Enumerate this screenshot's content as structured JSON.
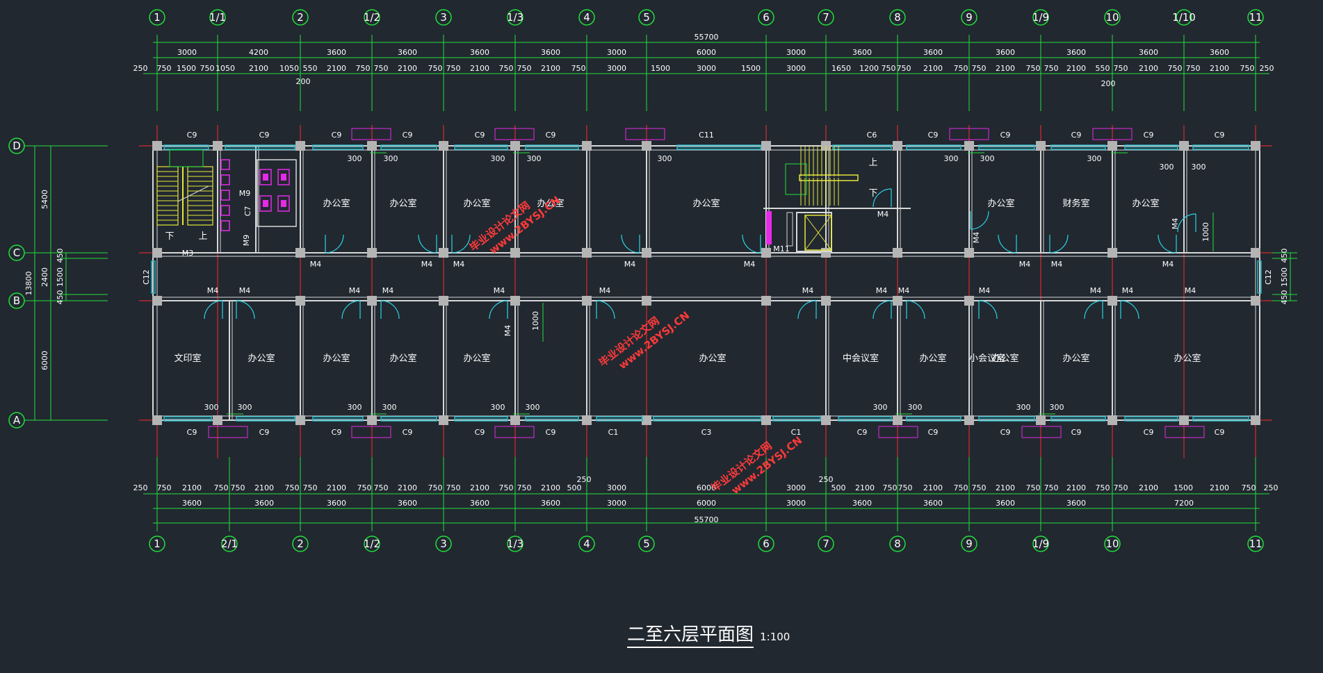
{
  "title": "二至六层平面图",
  "scale": "1:100",
  "colors": {
    "background": "#212830",
    "dimension": "#22e03a",
    "grid_line": "#ff2a2a",
    "wall": "#d8d8d8",
    "window": "#2ab8c6",
    "door": "#2ad6e6",
    "stair": "#e6e63a",
    "fixture": "#e62ae6",
    "text": "#ffffff",
    "watermark": "#ff3a3a"
  },
  "axes": {
    "top": [
      "1",
      "1/1",
      "2",
      "1/2",
      "3",
      "1/3",
      "4",
      "5",
      "6",
      "7",
      "8",
      "9",
      "1/9",
      "10",
      "1/10",
      "11"
    ],
    "bottom": [
      "1",
      "2/1",
      "2",
      "1/2",
      "3",
      "1/3",
      "4",
      "5",
      "6",
      "7",
      "8",
      "9",
      "1/9",
      "10",
      "11"
    ],
    "left": [
      "D",
      "C",
      "B",
      "A"
    ]
  },
  "dims": {
    "top_total": "55700",
    "top_row2": [
      "3000",
      "4200",
      "3600",
      "3600",
      "3600",
      "3600",
      "3000",
      "6000",
      "3000",
      "3600",
      "3600",
      "3600",
      "3600",
      "3600",
      "3600"
    ],
    "top_row3": [
      "250",
      "750",
      "1500",
      "750",
      "1050",
      "2100",
      "1050",
      "550",
      "2100",
      "750",
      "750",
      "2100",
      "750",
      "750",
      "2100",
      "750",
      "750",
      "2100",
      "750",
      "3000",
      "1500",
      "3000",
      "1500",
      "3000",
      "1650",
      "1200",
      "750",
      "750",
      "2100",
      "750",
      "750",
      "2100",
      "750",
      "750",
      "2100",
      "550",
      "750",
      "2100",
      "750",
      "750",
      "2100",
      "750",
      "250"
    ],
    "top_extra": [
      "200",
      "200"
    ],
    "bottom_total": "55700",
    "bottom_row2": [
      "3600",
      "3600",
      "3600",
      "3600",
      "3600",
      "3600",
      "3000",
      "6000",
      "3000",
      "3600",
      "3600",
      "3600",
      "3600",
      "7200"
    ],
    "bottom_row3": [
      "250",
      "750",
      "2100",
      "750",
      "750",
      "2100",
      "750",
      "750",
      "2100",
      "750",
      "750",
      "2100",
      "750",
      "750",
      "2100",
      "750",
      "750",
      "2100",
      "500",
      "3000",
      "6000",
      "3000",
      "500",
      "2100",
      "750",
      "750",
      "2100",
      "750",
      "750",
      "2100",
      "750",
      "750",
      "2100",
      "750",
      "750",
      "2100",
      "1500",
      "2100",
      "750",
      "250"
    ],
    "bottom_extra": [
      "250",
      "250"
    ],
    "left_total": "13800",
    "left_parts": [
      "5400",
      "2400",
      "6000"
    ],
    "left_inner": [
      "450",
      "1500",
      "450"
    ],
    "right_inner": [
      "450",
      "1500",
      "450"
    ],
    "small_300": "300",
    "door_1000": "1000"
  },
  "rooms": [
    "办公室",
    "办公室",
    "办公室",
    "办公室",
    "办公室",
    "办公室",
    "财务室",
    "办公室",
    "文印室",
    "办公室",
    "办公室",
    "办公室",
    "办公室",
    "办公室",
    "中会议室",
    "办公室",
    "办公室",
    "办公室",
    "办公室",
    "小会议室"
  ],
  "windows": {
    "top": [
      "C9",
      "C9",
      "C9",
      "C9",
      "C9",
      "C9",
      "C11",
      "C6",
      "C9",
      "C9",
      "C9",
      "C9",
      "C9"
    ],
    "bottom": [
      "C9",
      "C9",
      "C9",
      "C9",
      "C9",
      "C9",
      "C1",
      "C3",
      "C1",
      "C9",
      "C9",
      "C9",
      "C9",
      "C9",
      "C9"
    ],
    "side": [
      "C12",
      "C12",
      "C7"
    ]
  },
  "doors": {
    "corridor_top": [
      "M3",
      "M4",
      "M4",
      "M4",
      "M4",
      "M4",
      "M11",
      "M4",
      "M4",
      "M4"
    ],
    "corridor_bottom": [
      "M4",
      "M4",
      "M4",
      "M4",
      "M4",
      "M4",
      "M4",
      "M4",
      "M4",
      "M4",
      "M4",
      "M4",
      "M4"
    ],
    "vertical": [
      "M9",
      "M9",
      "M4",
      "M4",
      "M4",
      "M4"
    ]
  },
  "stairs": [
    "下",
    "上",
    "上",
    "下"
  ],
  "watermark": {
    "text": "毕业设计论文网",
    "url": "www.2BYSJ.CN"
  }
}
